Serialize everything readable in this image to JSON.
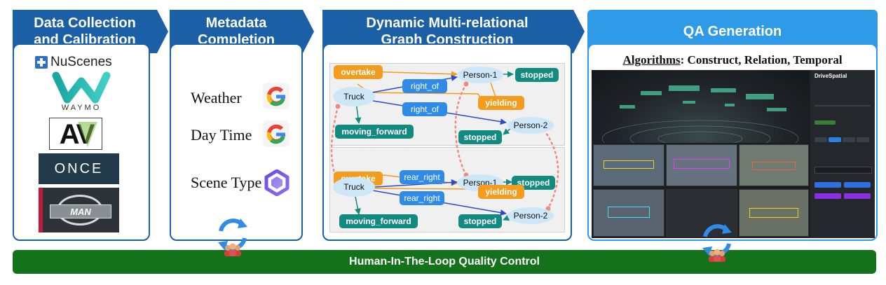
{
  "stages": [
    {
      "title_line1": "Data Collection",
      "title_line2": "and Calibration"
    },
    {
      "title_line1": "Metadata",
      "title_line2": "Completion"
    },
    {
      "title_line1": "Dynamic Multi-relational",
      "title_line2": "Graph Construction"
    },
    {
      "title_line1": "QA Generation",
      "title_line2": ""
    }
  ],
  "datasets": {
    "nuscenes": "NuScenes",
    "waymo": "WAYMO",
    "av": "AV",
    "once": "ONCE",
    "man": "MAN"
  },
  "metadata": {
    "weather": "Weather",
    "daytime": "Day Time",
    "scene_type": "Scene Type"
  },
  "graph_top": {
    "overtake": "overtake",
    "truck": "Truck",
    "person1": "Person-1",
    "stopped1": "stopped",
    "right_of_1": "right_of",
    "yielding": "yielding",
    "right_of_2": "right_of",
    "person2": "Person-2",
    "stopped2": "stopped",
    "moving_forward": "moving_forward"
  },
  "graph_bottom": {
    "overtake": "overtake",
    "truck": "Truck",
    "person1": "Person-1",
    "stopped1": "stopped",
    "rear_right_1": "rear_right",
    "yielding": "yielding",
    "rear_right_2": "rear_right",
    "person2": "Person-2",
    "stopped2": "stopped",
    "moving_forward": "moving_forward"
  },
  "qa": {
    "algorithms_label": "Algorithms",
    "algorithms_rest": ": Construct, Relation, Temporal",
    "app_title": "DriveSpatial"
  },
  "footer": {
    "label": "Human-In-The-Loop Quality Control"
  },
  "colors": {
    "stage_dark": "#1b5fa6",
    "stage_light": "#2f9be8",
    "footer": "#14721b",
    "orange": "#f39c1e",
    "teal": "#138a80",
    "blue": "#2f8be6",
    "node": "#cde7f8"
  }
}
